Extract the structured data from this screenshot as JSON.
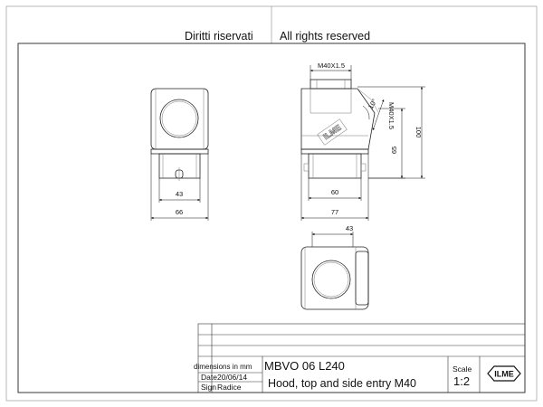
{
  "header": {
    "left_notice": "Diritti riservati",
    "right_notice": "All rights reserved"
  },
  "views": {
    "front": {
      "dim_inner": "43",
      "dim_outer": "66"
    },
    "side": {
      "thread_top": "M40X1.5",
      "thread_side": "M40X1.5",
      "angle": "10°",
      "dim_height_total": "100",
      "dim_height_entry": "65",
      "dim_inner": "60",
      "dim_outer": "77"
    },
    "top": {
      "dim_top": "43"
    }
  },
  "title_block": {
    "dimensions_label": "dimensions in mm",
    "date_label": "Date",
    "date_value": "20/06/14",
    "sign_label": "Sign",
    "sign_value": "Radice",
    "code": "MBVO 06 L240",
    "description": "Hood, top and side entry M40",
    "scale_label": "Scale",
    "scale_value": "1:2"
  },
  "logo": {
    "text": "ILME"
  }
}
